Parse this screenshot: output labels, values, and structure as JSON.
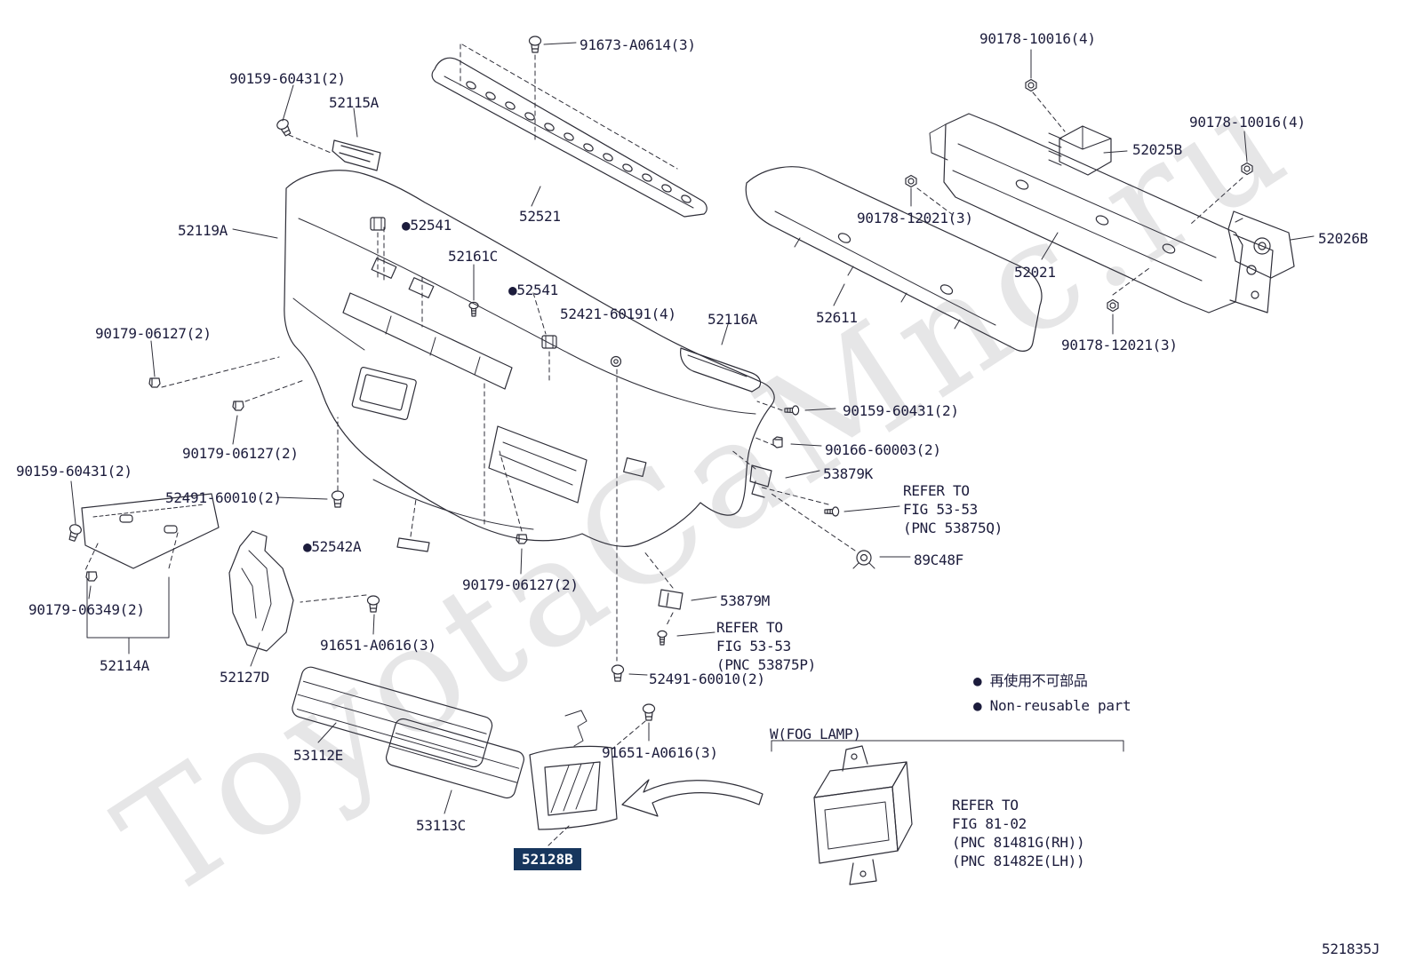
{
  "diagram": {
    "code": "521835J",
    "watermark": "ToyotaCaMnc.ru"
  },
  "colors": {
    "line": "#2e2e38",
    "text": "#1c1c3c",
    "highlight_bg": "#17365d",
    "highlight_fg": "#ffffff",
    "watermark": "#55555c"
  },
  "legend": {
    "jp": "● 再使用不可部品",
    "en": "● Non-reusable part"
  },
  "labels": [
    {
      "id": "bolt-91673",
      "text": "91673-A0614(3)"
    },
    {
      "id": "bolt-90159-top",
      "text": "90159-60431(2)"
    },
    {
      "id": "part-52115A",
      "text": "52115A"
    },
    {
      "id": "part-52119A",
      "text": "52119A"
    },
    {
      "id": "part-52521",
      "text": "52521"
    },
    {
      "id": "nut-90178-10016-top",
      "text": "90178-10016(4)"
    },
    {
      "id": "nut-90178-10016-right",
      "text": "90178-10016(4)"
    },
    {
      "id": "part-52025B",
      "text": "52025B"
    },
    {
      "id": "nut-90178-12021-top",
      "text": "90178-12021(3)"
    },
    {
      "id": "part-52021",
      "text": "52021"
    },
    {
      "id": "part-52026B",
      "text": "52026B"
    },
    {
      "id": "part-52161C",
      "text": "52161C"
    },
    {
      "id": "part-52541-a",
      "text": "●52541"
    },
    {
      "id": "part-52541-b",
      "text": "●52541"
    },
    {
      "id": "part-52421",
      "text": "52421-60191(4)"
    },
    {
      "id": "part-52116A",
      "text": "52116A"
    },
    {
      "id": "part-52611",
      "text": "52611"
    },
    {
      "id": "nut-90178-12021-bot",
      "text": "90178-12021(3)"
    },
    {
      "id": "clip-90179-06127-a",
      "text": "90179-06127(2)"
    },
    {
      "id": "screw-90159-right",
      "text": "90159-60431(2)"
    },
    {
      "id": "clip-90166-60003",
      "text": "90166-60003(2)"
    },
    {
      "id": "part-53879K",
      "text": "53879K"
    },
    {
      "id": "refer-53875Q",
      "text": "REFER TO\nFIG 53-53\n(PNC 53875Q)"
    },
    {
      "id": "part-89C48F",
      "text": "89C48F"
    },
    {
      "id": "clip-90179-06127-b",
      "text": "90179-06127(2)"
    },
    {
      "id": "bolt-52491-left",
      "text": "52491-60010(2)"
    },
    {
      "id": "part-52542A",
      "text": "●52542A"
    },
    {
      "id": "bolt-90159-left",
      "text": "90159-60431(2)"
    },
    {
      "id": "clip-90179-06349",
      "text": "90179-06349(2)"
    },
    {
      "id": "part-52114A",
      "text": "52114A"
    },
    {
      "id": "part-52127D",
      "text": "52127D"
    },
    {
      "id": "bolt-91651-left",
      "text": "91651-A0616(3)"
    },
    {
      "id": "clip-90179-06127-c",
      "text": "90179-06127(2)"
    },
    {
      "id": "part-53879M",
      "text": "53879M"
    },
    {
      "id": "refer-53875P",
      "text": "REFER TO\nFIG 53-53\n(PNC 53875P)"
    },
    {
      "id": "bolt-52491-bottom",
      "text": "52491-60010(2)"
    },
    {
      "id": "part-53112E",
      "text": "53112E"
    },
    {
      "id": "part-53113C",
      "text": "53113C"
    },
    {
      "id": "bolt-91651-bottom",
      "text": "91651-A0616(3)"
    },
    {
      "id": "part-52128B",
      "text": "52128B"
    },
    {
      "id": "note-fog-lamp",
      "text": "W(FOG LAMP)"
    },
    {
      "id": "refer-81-02",
      "text": "REFER TO\nFIG 81-02\n(PNC 81481G(RH))\n(PNC 81482E(LH))"
    }
  ]
}
